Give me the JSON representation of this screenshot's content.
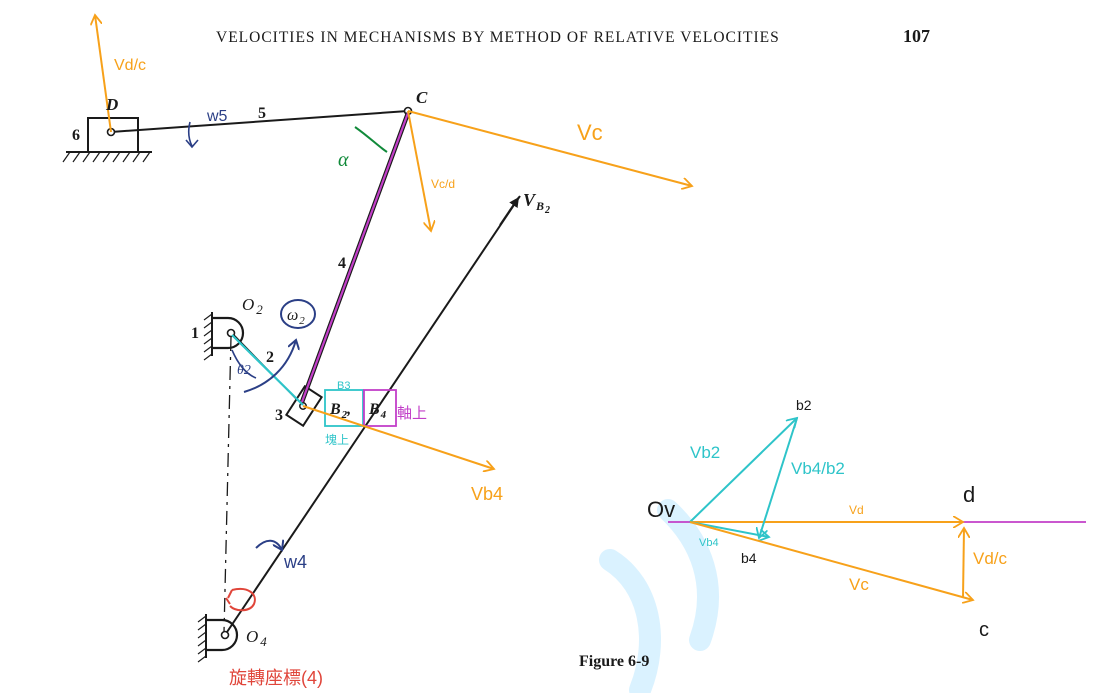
{
  "header": {
    "title": "VELOCITIES IN MECHANISMS BY METHOD OF RELATIVE VELOCITIES",
    "page_number": "107"
  },
  "figure": {
    "caption": "Figure 6-9"
  },
  "colors": {
    "ink": "#1a1a1a",
    "orange": "#f7a11a",
    "cyan": "#2ec4c9",
    "magenta": "#c23fc8",
    "navy": "#2b3f86",
    "green": "#118a3a",
    "red": "#e0453a",
    "watermark": "#cfeeff"
  },
  "mechanism": {
    "points": {
      "D": "D",
      "C": "C",
      "O2": "O",
      "O2_sub": "2",
      "O4": "O",
      "O4_sub": "4"
    },
    "links": {
      "l1": "1",
      "l2": "2",
      "l3": "3",
      "l4": "4",
      "l5": "5",
      "l6": "6"
    },
    "omega2": "ω",
    "omega2_sub": "2",
    "theta2": "θ2",
    "alpha": "α",
    "vb2": "V",
    "vb2_sub": "B",
    "vb2_sub2": "2",
    "B2": "B",
    "B2_sub": "2",
    "B4": "B",
    "B4_sub": "4",
    "comma": ","
  },
  "annotations": {
    "vdc": "Vd/c",
    "w5": "w5",
    "vc": "Vc",
    "vcd": "Vc/d",
    "vb4": "Vb4",
    "w4": "w4",
    "b3": "B3",
    "block_on": "塊上",
    "shaft_on": "軸上",
    "rotating_frame": "旋轉座標(4)"
  },
  "polygon": {
    "ov": "Ov",
    "b2": "b2",
    "vb2": "Vb2",
    "vb4b2": "Vb4/b2",
    "vd_small": "Vd",
    "d": "d",
    "vb4_small": "Vb4",
    "b4": "b4",
    "vdc": "Vd/c",
    "vc": "Vc",
    "c": "c"
  }
}
